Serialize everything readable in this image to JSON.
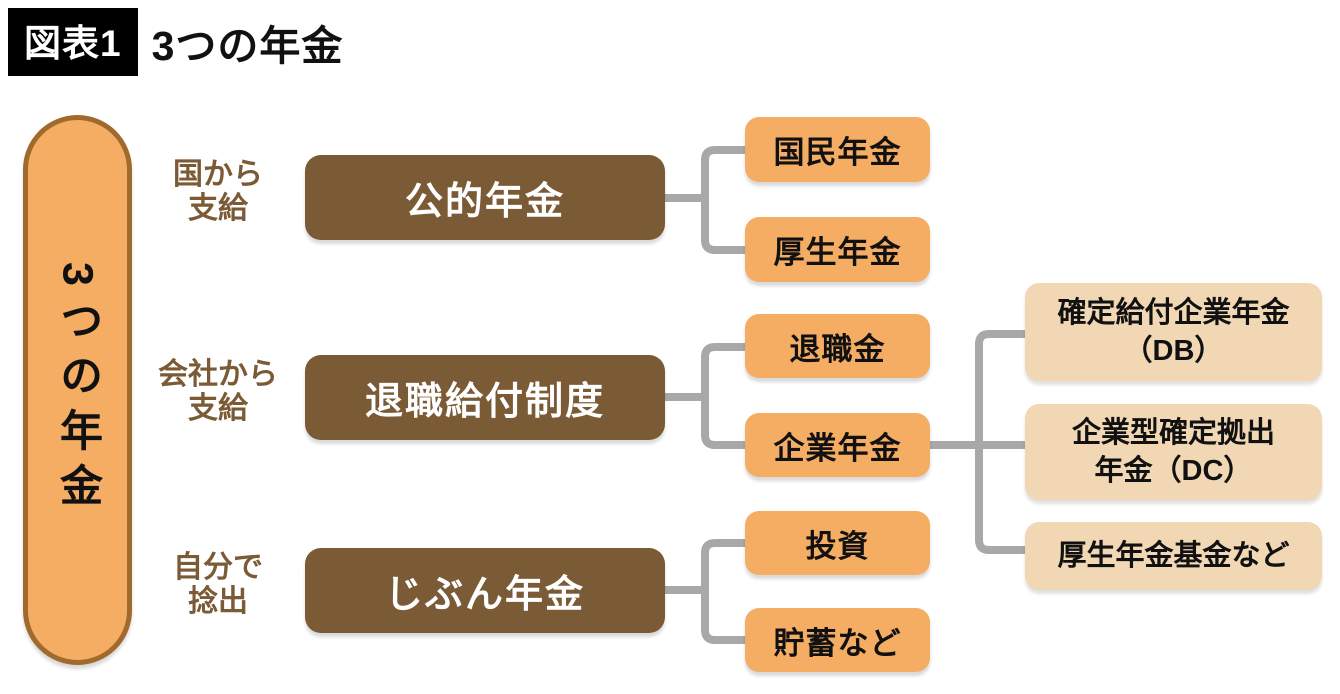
{
  "header": {
    "badge": "図表1",
    "title": "3つの年金"
  },
  "root": {
    "label": "3つの年金"
  },
  "rows": [
    {
      "source_lines": [
        "国から",
        "支給"
      ],
      "category": "公的年金",
      "children": [
        {
          "label": "国民年金"
        },
        {
          "label": "厚生年金"
        }
      ]
    },
    {
      "source_lines": [
        "会社から",
        "支給"
      ],
      "category": "退職給付制度",
      "children": [
        {
          "label": "退職金"
        },
        {
          "label": "企業年金"
        }
      ],
      "grandchildren": [
        {
          "lines": [
            "確定給付企業年金",
            "（DB）"
          ]
        },
        {
          "lines": [
            "企業型確定拠出",
            "年金（DC）"
          ]
        },
        {
          "lines": [
            "厚生年金基金など"
          ]
        }
      ]
    },
    {
      "source_lines": [
        "自分で",
        "捻出"
      ],
      "category": "じぶん年金",
      "children": [
        {
          "label": "投資"
        },
        {
          "label": "貯蓄など"
        }
      ]
    }
  ],
  "colors": {
    "category_box": "#7B5A36",
    "child_box": "#F5AC63",
    "grandchild_box": "#F2D7B4",
    "root_fill": "#F5AC63",
    "root_border": "#A06A2C",
    "connector": "#A8A8A8",
    "badge_bg": "#000000",
    "badge_text": "#FFFFFF",
    "label_text": "#7B5A36"
  }
}
